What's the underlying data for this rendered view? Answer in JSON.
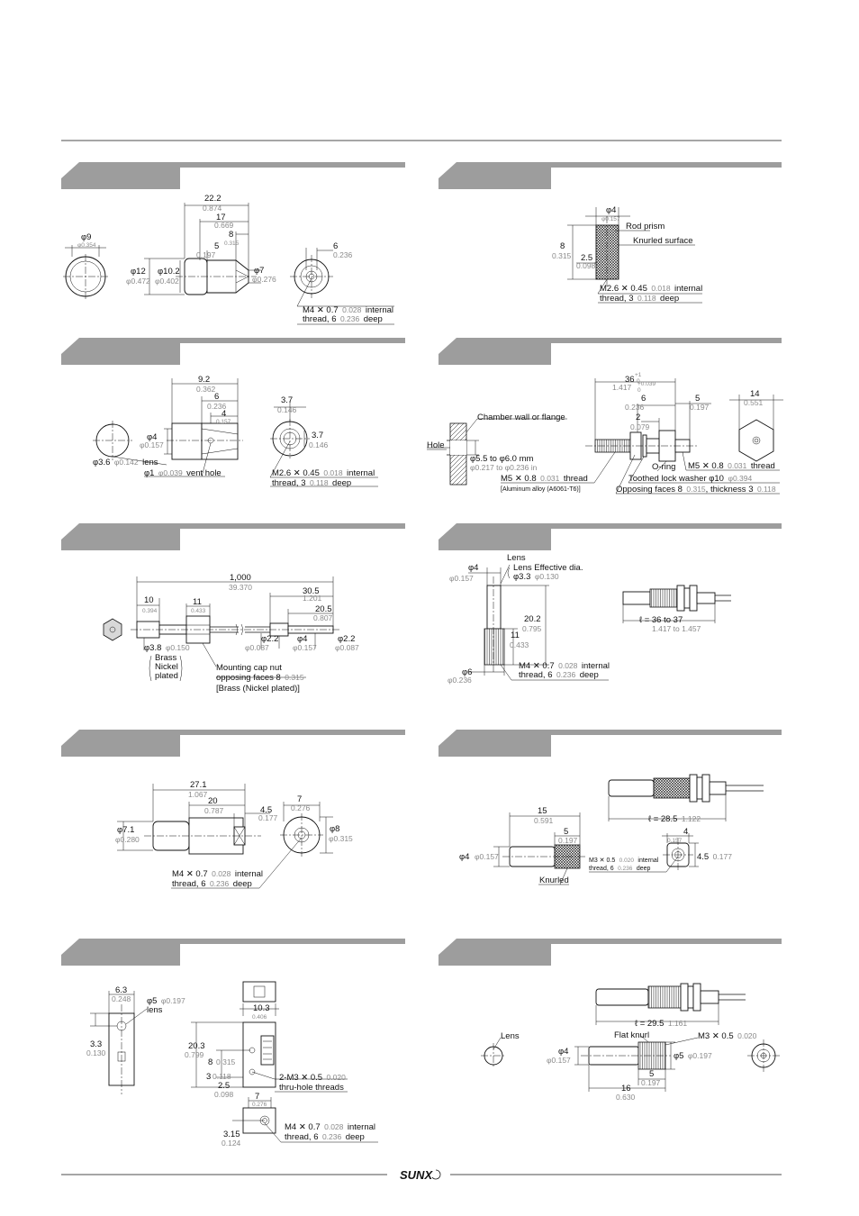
{
  "brand": "SUNX",
  "p1": {
    "dims": {
      "d9": "φ9",
      "d9in": "φ0.354",
      "L222": "22.2",
      "L222in": "0.874",
      "L17": "17",
      "L17in": "0.669",
      "L8": "8",
      "L8in": "0.315",
      "L5": "5",
      "L5in": "0.197",
      "d12": "φ12",
      "d12in": "φ0.472",
      "d102": "φ10.2",
      "d102in": "φ0.402",
      "d7": "φ7",
      "d7in": "φ0.276",
      "L6": "6",
      "L6in": "0.236"
    },
    "thread": [
      "M4 ✕ 0.7",
      "0.028",
      "internal",
      "thread, 6",
      "0.236",
      "deep"
    ]
  },
  "p2": {
    "dims": {
      "d4": "φ4",
      "d4in": "φ0.157",
      "L8": "8",
      "L8in": "0.315",
      "L25": "2.5",
      "L25in": "0.098"
    },
    "rod_prism": "Rod prism",
    "knurled_surface": "Knurled surface",
    "thread": [
      "M2.6 ✕ 0.45",
      "0.018",
      "internal",
      "thread, 3",
      "0.118",
      "deep"
    ]
  },
  "p3": {
    "dims": {
      "L92": "9.2",
      "L92in": "0.362",
      "L6": "6",
      "L6in": "0.236",
      "L4": "4",
      "L4in": "0.157",
      "d4": "φ4",
      "d4in": "φ0.157",
      "L37a": "3.7",
      "L37ain": "0.146",
      "L37b": "3.7",
      "L37bin": "0.146"
    },
    "lens": [
      "φ3.6",
      "φ0.142",
      "lens"
    ],
    "vent": [
      "φ1",
      "φ0.039",
      "vent hole"
    ],
    "thread": [
      "M2.6 ✕ 0.45",
      "0.018",
      "internal",
      "thread, 3",
      "0.118",
      "deep"
    ]
  },
  "p4": {
    "dims": {
      "L36": "36",
      "tol_up": "+1",
      "tol_lo": "0",
      "L36in": "1.417",
      "tol_in_up": "+0.039",
      "tol_in_lo": "0",
      "L6": "6",
      "L6in": "0.236",
      "L2": "2",
      "L2in": "0.079",
      "L5": "5",
      "L5in": "0.197",
      "L14": "14",
      "L14in": "0.551"
    },
    "chamber": "Chamber wall or flange",
    "hole": "Hole",
    "hole_range": [
      "φ5.5 to φ6.0 mm",
      "φ0.217 to φ0.236 in"
    ],
    "m5_a": [
      "M5 ✕ 0.8",
      "0.031",
      "thread"
    ],
    "alloy": "[Aluminum alloy (A6061-T6)]",
    "oring": "O-ring",
    "m5_b": [
      "M5 ✕ 0.8",
      "0.031",
      "thread"
    ],
    "washer": [
      "Toothed lock washer φ10",
      "φ0.394"
    ],
    "opposing": [
      "Opposing faces 8",
      "0.315",
      ", thickness 3",
      "0.118"
    ]
  },
  "p5": {
    "dims": {
      "L1000": "1,000",
      "L1000in": "39.370",
      "L305": "30.5",
      "L305in": "1.201",
      "L205": "20.5",
      "L205in": "0.807",
      "L10": "10",
      "L10in": "0.394",
      "L11": "11",
      "L11in": "0.433",
      "d38": "φ3.8",
      "d38in": "φ0.150",
      "d22a": "φ2.2",
      "d22ain": "φ0.087",
      "d4": "φ4",
      "d4in": "φ0.157",
      "d22b": "φ2.2",
      "d22bin": "φ0.087"
    },
    "brass": [
      "Brass",
      "Nickel",
      "plated"
    ],
    "cap": [
      "Mounting cap nut",
      "opposing faces 8",
      "0.315",
      "[Brass (Nickel plated)]"
    ]
  },
  "p6": {
    "dims": {
      "d4": "φ4",
      "d4in": "φ0.157",
      "L202": "20.2",
      "L202in": "0.795",
      "L11": "11",
      "L11in": "0.433",
      "d6": "φ6",
      "d6in": "φ0.236"
    },
    "lens": [
      "Lens",
      "Lens Effective dia.",
      "φ3.3",
      "φ0.130"
    ],
    "thread": [
      "M4 ✕ 0.7",
      "0.028",
      "internal",
      "thread, 6",
      "0.236",
      "deep"
    ],
    "ell": [
      "ℓ = 36 to 37",
      "1.417 to 1.457"
    ]
  },
  "p7": {
    "dims": {
      "L271": "27.1",
      "L271in": "1.067",
      "L20": "20",
      "L20in": "0.787",
      "L45": "4.5",
      "L45in": "0.177",
      "d71": "φ7.1",
      "d71in": "φ0.280",
      "L7": "7",
      "L7in": "0.276",
      "d8": "φ8",
      "d8in": "φ0.315"
    },
    "thread": [
      "M4 ✕ 0.7",
      "0.028",
      "internal",
      "thread, 6",
      "0.236",
      "deep"
    ]
  },
  "p8": {
    "dims": {
      "L15": "15",
      "L15in": "0.591",
      "L5": "5",
      "L5in": "0.197",
      "d4": "φ4",
      "d4in": "φ0.157",
      "L4": "4",
      "L4in": "0.157",
      "L45": "4.5",
      "L45in": "0.177"
    },
    "ell": [
      "ℓ = 28.5",
      "1.122"
    ],
    "thread": [
      "M3 ✕ 0.5",
      "0.020",
      "internal",
      "thread, 6",
      "0.236",
      "deep"
    ],
    "knurled": "Knurled"
  },
  "p9": {
    "dims": {
      "L63": "6.3",
      "L63in": "0.248",
      "L33": "3.3",
      "L33in": "0.130",
      "L103": "10.3",
      "L103in": "0.406",
      "L203": "20.3",
      "L203in": "0.799",
      "L8": "8",
      "L8in": "0.315",
      "L3": "3",
      "L3in": "0.118",
      "L25": "2.5",
      "L25in": "0.098",
      "L7": "7",
      "L7in": "0.276",
      "L315": "3.15",
      "L315in": "0.124"
    },
    "lens": [
      "φ5",
      "φ0.197",
      "lens"
    ],
    "m3": [
      "2-M3 ✕ 0.5",
      "0.020",
      "thru-hole threads"
    ],
    "thread": [
      "M4 ✕ 0.7",
      "0.028",
      "internal",
      "thread, 6",
      "0.236",
      "deep"
    ]
  },
  "p10": {
    "dims": {
      "d4": "φ4",
      "d4in": "φ0.157",
      "d5": "φ5",
      "d5in": "φ0.197",
      "L5": "5",
      "L5in": "0.197",
      "L16": "16",
      "L16in": "0.630"
    },
    "ell": [
      "ℓ = 29.5",
      "1.161"
    ],
    "lens": "Lens",
    "flat": "Flat knurl",
    "m3": [
      "M3 ✕ 0.5",
      "0.020"
    ]
  }
}
